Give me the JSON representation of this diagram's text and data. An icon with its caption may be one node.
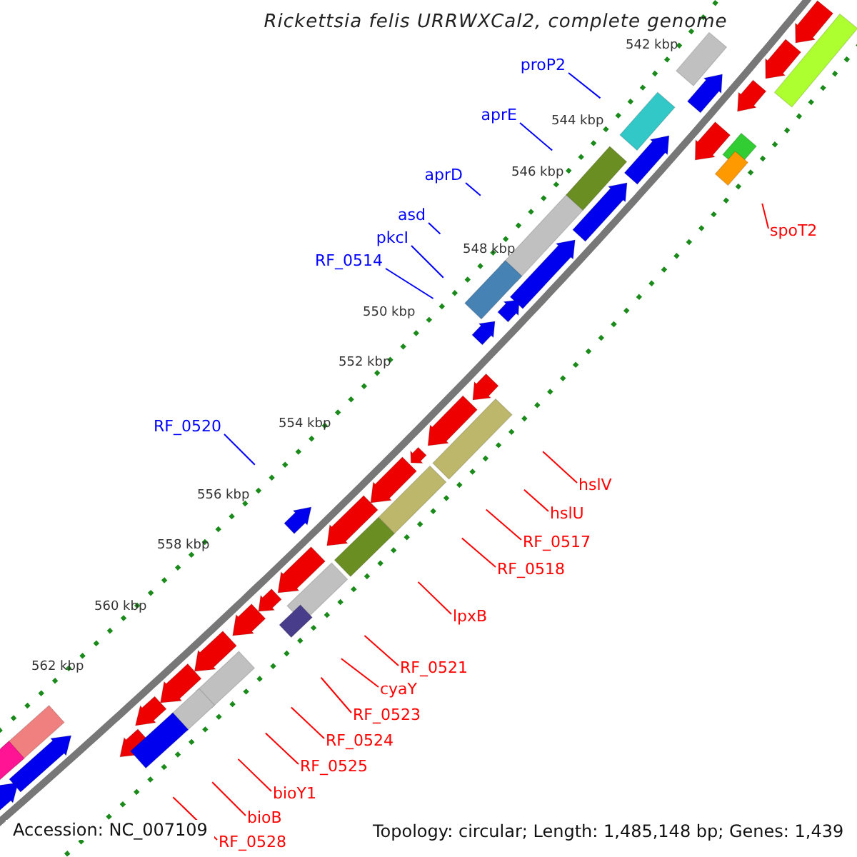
{
  "diagram": {
    "title": "Rickettsia felis URRWXCal2, complete genome",
    "nodes": [
      {
        "text": [
          "proP2"
        ]
      },
      {
        "text": [
          "aprE"
        ]
      },
      {
        "text": [
          "aprD"
        ]
      },
      {
        "text": [
          "asd"
        ]
      },
      {
        "text": [
          "spoT2"
        ]
      },
      {
        "text": [
          "pkcI"
        ]
      },
      {
        "text": [
          "RF_0514"
        ]
      },
      {
        "text": [
          "RF_0520"
        ]
      },
      {
        "text": [
          "hslV"
        ]
      },
      {
        "text": [
          "hslU"
        ]
      },
      {
        "text": [
          "RF_0517"
        ]
      },
      {
        "text": [
          "RF_0518"
        ]
      },
      {
        "text": [
          "lpxB"
        ]
      },
      {
        "text": [
          "RF_0521"
        ]
      },
      {
        "text": [
          "cyaY"
        ]
      },
      {
        "text": [
          "RF_0523"
        ]
      },
      {
        "text": [
          "RF_0524"
        ]
      },
      {
        "text": [
          "RF_0525"
        ]
      },
      {
        "text": [
          "bioY1"
        ]
      },
      {
        "text": [
          "bioB"
        ]
      },
      {
        "text": [
          "RF_0528"
        ]
      }
    ],
    "edges": [
      {
        "from": 0,
        "to": null,
        "arrow": "none",
        "color": "#0000ff"
      },
      {
        "from": 1,
        "to": null,
        "arrow": "none",
        "color": "#0000ff"
      },
      {
        "from": 2,
        "to": null,
        "arrow": "none",
        "color": "#0000ff"
      },
      {
        "from": 3,
        "to": null,
        "arrow": "none",
        "color": "#0000ff"
      },
      {
        "from": 4,
        "to": null,
        "arrow": "none"
      },
      {
        "from": 5,
        "to": null,
        "arrow": "none",
        "color": "#0000ff"
      },
      {
        "from": 6,
        "to": null,
        "arrow": "none",
        "color": "#0000ff"
      },
      {
        "from": 7,
        "to": null,
        "arrow": "none",
        "color": "#0000ff"
      },
      {
        "from": 8,
        "to": null,
        "arrow": "none"
      },
      {
        "from": 9,
        "to": null,
        "arrow": "none"
      },
      {
        "from": 10,
        "to": null,
        "arrow": "none"
      },
      {
        "from": 11,
        "to": null,
        "arrow": "none"
      },
      {
        "from": 12,
        "to": null,
        "arrow": "none"
      },
      {
        "from": 13,
        "to": null,
        "arrow": "none"
      },
      {
        "from": 14,
        "to": null,
        "arrow": "none"
      },
      {
        "from": 15,
        "to": null,
        "arrow": "none"
      },
      {
        "from": 16,
        "to": null,
        "arrow": "none"
      },
      {
        "from": 17,
        "to": null,
        "arrow": "none"
      },
      {
        "from": 18,
        "to": null,
        "arrow": "none"
      },
      {
        "from": 19,
        "to": null,
        "arrow": "none"
      },
      {
        "from": 20,
        "to": null,
        "arrow": "none"
      }
    ],
    "labels": [
      "542 kbp",
      "544 kbp",
      "546 kbp",
      "548 kbp",
      "550 kbp",
      "552 kbp",
      "554 kbp",
      "556 kbp",
      "558 kbp",
      "560 kbp",
      "562 kbp",
      "Accession: NC_007109",
      "Topology: circular; Length: 1,485,148 bp; Genes: 1,439"
    ]
  }
}
